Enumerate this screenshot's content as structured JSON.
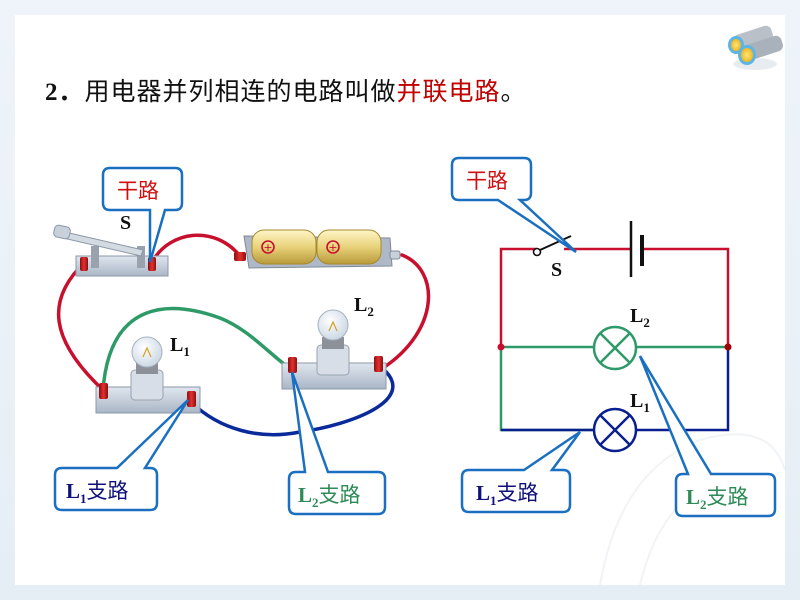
{
  "slide": {
    "title": {
      "number": "2．",
      "text": "用电器并列相连的电路叫做",
      "highlight": "并联电路",
      "end": "。"
    },
    "corner_icon": "binoculars-icon"
  },
  "physical_circuit": {
    "switch_label": "S",
    "bulb1_label": {
      "letter": "L",
      "sub": "1"
    },
    "bulb2_label": {
      "letter": "L",
      "sub": "2"
    },
    "battery_cells": [
      "⊕",
      "⊕"
    ],
    "callouts": {
      "main": "干路",
      "branch1": {
        "letter": "L",
        "sub": "1",
        "text": "支路"
      },
      "branch2": {
        "letter": "L",
        "sub": "2",
        "text": "支路"
      }
    }
  },
  "schematic": {
    "switch_label": "S",
    "lamp2_label": {
      "letter": "L",
      "sub": "2"
    },
    "lamp1_label": {
      "letter": "L",
      "sub": "1"
    },
    "callouts": {
      "main": "干路",
      "branch1": {
        "letter": "L",
        "sub": "1",
        "text": "支路"
      },
      "branch2": {
        "letter": "L",
        "sub": "2",
        "text": "支路"
      }
    }
  },
  "colors": {
    "main_wire": "#c8102e",
    "branch1_wire": "#0a1f8f",
    "branch2_wire": "#2e9a68",
    "callout_border": "#1a6fc0",
    "highlight_text": "#c00000"
  }
}
